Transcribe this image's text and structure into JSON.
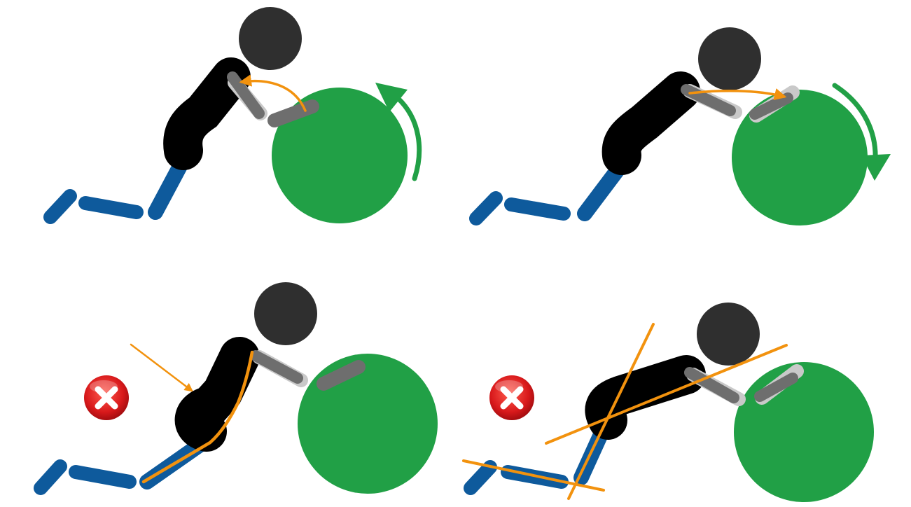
{
  "colors": {
    "figure_head": "#2f2f2f",
    "figure_torso": "#000000",
    "figure_arm": "#6e6e6e",
    "figure_legs": "#0e5a9c",
    "ball": "#21a046",
    "guide_lines": "#f2920e",
    "wrong_badge": "#d8191b"
  },
  "icons": {
    "wrong_badge": "x-mark-icon",
    "rotation_arrow": "rotation-arrow-icon",
    "motion_arrow": "curved-arrow-icon"
  },
  "panels": [
    {
      "id": "top-left",
      "correct": true,
      "ball_rotation": "counterclockwise"
    },
    {
      "id": "top-right",
      "correct": true,
      "ball_rotation": "clockwise"
    },
    {
      "id": "bottom-left",
      "correct": false
    },
    {
      "id": "bottom-right",
      "correct": false
    }
  ]
}
